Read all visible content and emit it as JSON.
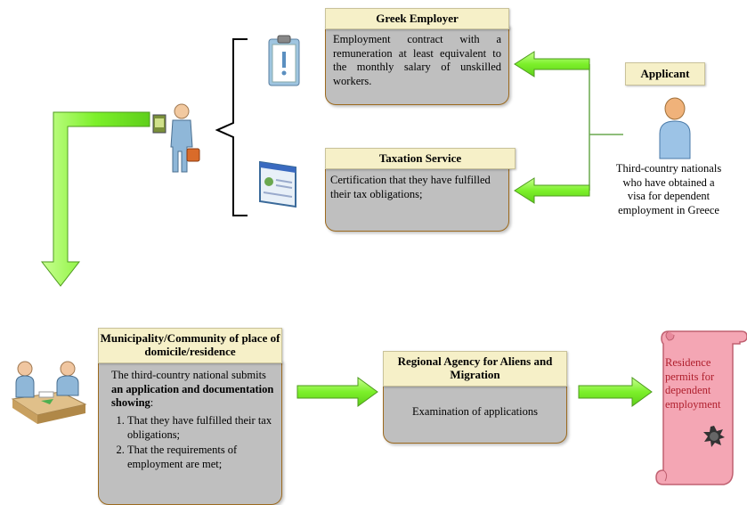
{
  "greek_employer": {
    "title": "Greek Employer",
    "text": "Employment contract with a remuneration at least equivalent to the monthly salary of unskilled workers."
  },
  "taxation_service": {
    "title": "Taxation Service",
    "text": "Certification that they have fulfilled their tax obligations;"
  },
  "applicant": {
    "title": "Applicant",
    "text": "Third-country nationals who have obtained a visa for dependent employment in Greece"
  },
  "municipality": {
    "title": "Municipality/Community of place of domicile/residence",
    "intro": "The third-country national submits",
    "intro_bold": "an application and documentation showing",
    "items": [
      "That they have fulfilled their tax obligations;",
      "That the requirements of employment are met;"
    ]
  },
  "regional_agency": {
    "title": "Regional Agency for Aliens and Migration",
    "text": "Examination of applications"
  },
  "result": {
    "text": "Residence permits for dependent employment"
  },
  "colors": {
    "arrow_green": "#7cf02a",
    "arrow_edge": "#4e9a1e",
    "box_fill": "#bfbfbf",
    "header_fill": "#f6f0c8",
    "box_border": "#9c6a1e",
    "scroll_fill": "#f4a6b4"
  },
  "icons": [
    "clipboard-icon",
    "businessman-icon",
    "document-window-icon",
    "applicant-person-icon",
    "meeting-desk-icon",
    "scroll-icon",
    "seal-icon"
  ]
}
